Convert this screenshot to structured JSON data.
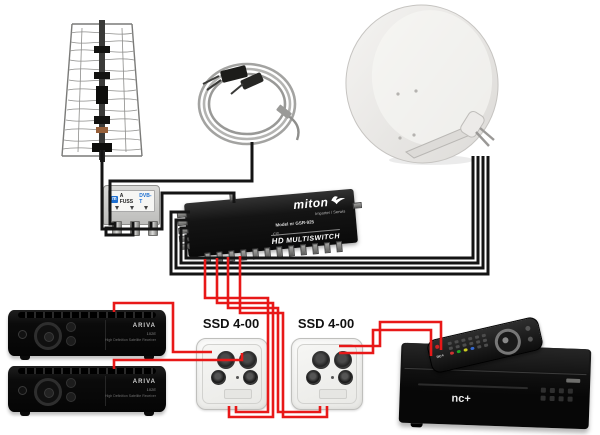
{
  "combiner": {
    "logo_mark": "m",
    "title": "A FUSS",
    "badge": "DVB-T"
  },
  "multiswitch": {
    "brand": "miton",
    "info_line": "Importer / Serwis",
    "model_line": "Model nr GSR-925",
    "ce_mark": "CE",
    "hd_mark": "HD",
    "product": "MULTISWITCH"
  },
  "receivers": [
    {
      "brand": "ARIVA",
      "model": "102E",
      "subtitle": "High Definition Satellite Receiver"
    },
    {
      "brand": "ARIVA",
      "model": "102E",
      "subtitle": "High Definition Satellite Receiver"
    }
  ],
  "outlets": [
    {
      "label": "SSD 4-00"
    },
    {
      "label": "SSD 4-00"
    }
  ],
  "ncbox": {
    "logo": "nc+"
  },
  "colors": {
    "cable_red": "#e81818",
    "cable_black": "#141414"
  }
}
